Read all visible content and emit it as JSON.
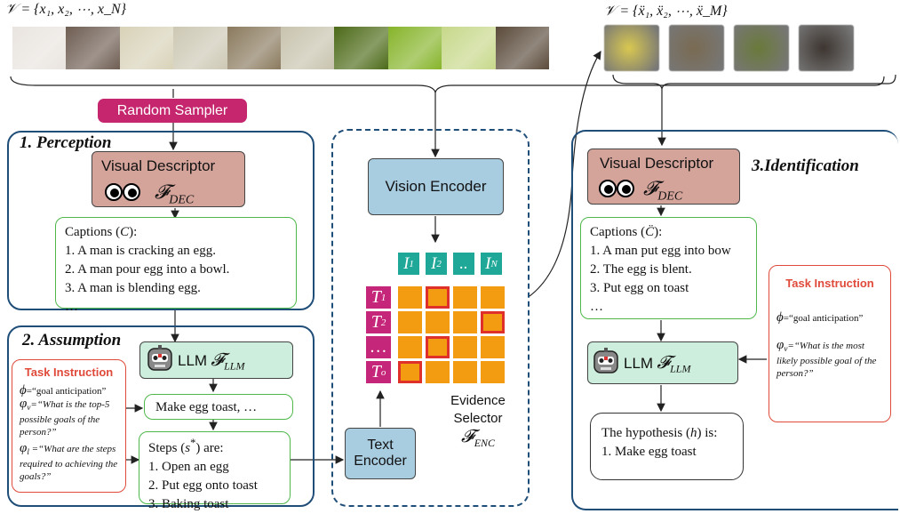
{
  "top_left": {
    "video_set_label": "𝒱 = {x₁, x₂, ⋯, x_N}",
    "frame_colors": [
      "#e9e4df",
      "#6e5d52",
      "#d8d2b8",
      "#cdc8b4",
      "#8a7a5e",
      "#c8c3ae",
      "#4c6a18",
      "#86b42a",
      "#c7d88a",
      "#5a4a3a"
    ]
  },
  "top_right": {
    "video_set_label": "𝒱 = {ẍ₁, ẍ₂, ⋯, ẍ_M}",
    "frame_colors": [
      "#d9c850",
      "#7a6b52",
      "#6a7a3a",
      "#3d3530"
    ]
  },
  "random_sampler": "Random Sampler",
  "perception": {
    "title": "1. Perception",
    "descriptor_label": "Visual Descriptor",
    "descriptor_symbol": "𝓕",
    "descriptor_sub": "DEC",
    "captions_header": "Captions (",
    "captions_var": "C",
    "captions_tail": "):",
    "captions": [
      "1. A man is cracking an egg.",
      "2. A man pour egg into a bowl.",
      "3. A man is blending egg.",
      "…"
    ]
  },
  "assumption": {
    "title": "2. Assumption",
    "llm_label": "LLM",
    "llm_symbol": "𝓕",
    "llm_sub": "LLM",
    "task_title": "Task Instruction",
    "phi": "ϕ",
    "phi_text": "=“goal anticipation”",
    "phi_v": "φ",
    "phi_v_sub": "v",
    "phi_v_text": "=“What is the top-5 possible goals of the person?”",
    "phi_l": "φ",
    "phi_l_sub": "l",
    "phi_l_text": " =“What are the steps required to achieving the goals?”",
    "goal_text": "Make egg toast, …",
    "steps_header": "Steps (",
    "steps_var": "s",
    "steps_sup": "*",
    "steps_tail": ") are:",
    "steps": [
      "1. Open an egg",
      "2. Put egg onto toast",
      "3. Baking toast"
    ]
  },
  "evidence": {
    "vision_encoder": "Vision Encoder",
    "text_encoder": [
      "Text",
      "Encoder"
    ],
    "selector_lines": [
      "Evidence",
      "Selector"
    ],
    "selector_symbol": "𝓕",
    "selector_sub": "ENC",
    "image_tokens": [
      "I",
      "I",
      "..",
      "I"
    ],
    "image_token_subs": [
      "1",
      "2",
      "",
      "N"
    ],
    "text_tokens": [
      "T",
      "T",
      "…",
      "T"
    ],
    "text_token_subs": [
      "1",
      "2",
      "",
      "o"
    ],
    "colors": {
      "image_token": "#1fa898",
      "text_token": "#c5267a",
      "cell": "#f39c12",
      "highlight": "#e0302a"
    }
  },
  "identification": {
    "title": "3.Identification",
    "descriptor_label": "Visual Descriptor",
    "descriptor_symbol": "𝓕",
    "descriptor_sub": "DEC",
    "captions_header": "Captions (",
    "captions_var": "C̈",
    "captions_tail": "):",
    "captions": [
      "1. A man put egg into bow",
      "2. The egg is blent.",
      "3. Put egg on toast",
      "…"
    ],
    "llm_label": "LLM",
    "llm_symbol": "𝓕",
    "llm_sub": "LLM",
    "task_title": "Task Instruction",
    "phi": "ϕ",
    "phi_text": "=“goal anticipation”",
    "phi_v": "φ",
    "phi_v_sub": "v",
    "phi_v_text": "=“What is the most likely possible goal of the person?”",
    "hyp_header": "The hypothesis (",
    "hyp_var": "h",
    "hyp_tail": ") is:",
    "hyp_items": [
      "1. Make egg toast"
    ]
  }
}
